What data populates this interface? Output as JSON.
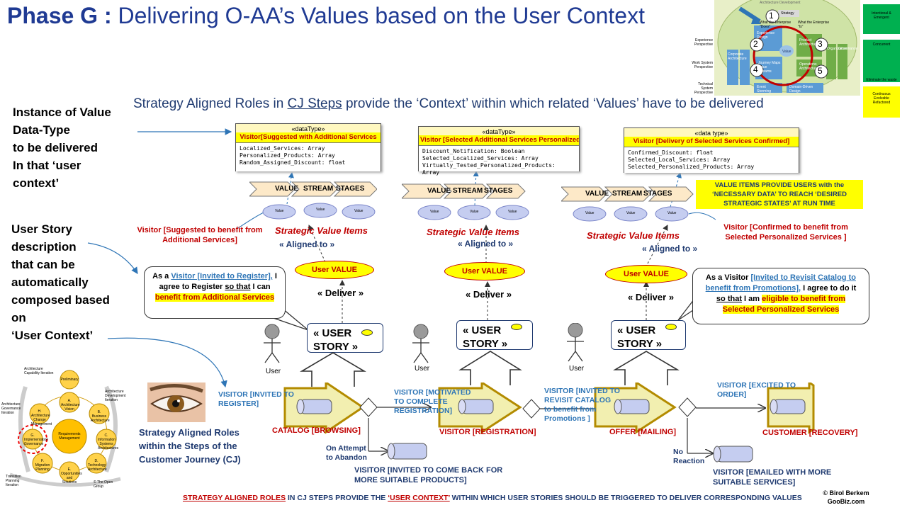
{
  "title": {
    "bold": "Phase G :",
    "rest": " Delivering O-AA’s Values based on the User Context"
  },
  "subtitle": {
    "pre": "Strategy Aligned Roles in ",
    "link": "CJ Steps",
    "post": " provide the ‘Context’ within which related ‘Values’ have to be delivered"
  },
  "left": {
    "instance": [
      "Instance of Value",
      "Data-Type",
      "to be delivered",
      "In that ‘user",
      "context’"
    ],
    "story": [
      "User Story",
      "description",
      "that can be",
      "automatically",
      "composed   based",
      "on",
      "‘User Context’"
    ],
    "roles": [
      "Strategy Aligned Roles",
      "within the Steps of the",
      "Customer Journey (CJ)"
    ]
  },
  "datatypes": [
    {
      "header": "«dataType»",
      "name": "Visitor[Suggested with Additional Services",
      "attrs": [
        "Localized_Services: Array",
        "Personalized_Products: Array",
        "Random_Assigned_Discount: float"
      ]
    },
    {
      "header": "«dataType»",
      "name": "Visitor [Selected Additional Services Personalized]",
      "attrs": [
        "Discount_Notification: Boolean",
        "Selected_Localized_Services: Array",
        "Virtually_Tested_Personalized_Products: Array"
      ]
    },
    {
      "header": "«data type»",
      "name": "Visitor [Delivery of Selected Services Confirmed]",
      "attrs": [
        "Confirmed_Discount: float",
        "Selected_Local_Services: Array",
        "Selected_Personalized_Products: Array"
      ]
    }
  ],
  "vs_stages": {
    "words": [
      "VALUE",
      "STREAM",
      "STAGES"
    ],
    "value_label": "Value"
  },
  "value_note": "VALUE ITEMS PROVIDE USERS with the ‘NECESSARY DATA’ TO REACH ‘DESIRED STRATEGIC STATES’ AT RUN TIME",
  "visitor_labels": {
    "suggested": [
      "Visitor [Suggested to benefit from",
      "Additional Services]"
    ],
    "confirmed": [
      "Visitor [Confirmed to benefit from",
      "Selected Personalized Services ]"
    ]
  },
  "svi": "Strategic Value Items",
  "aligned": "« Aligned to »",
  "deliver": "« Deliver »",
  "user_value": "User VALUE",
  "user_story": [
    "« USER",
    "STORY »"
  ],
  "user_label": "User",
  "callouts": {
    "left": {
      "as_a": "As a ",
      "role": "Visitor [Invited to Register],",
      "agree": "  I agree to Register",
      "so_that": "so that",
      "can": " I can ",
      "benefit": "benefit from Additional Services"
    },
    "right": {
      "as_a": "As a Visitor ",
      "role": "[Invited to Revisit Catalog to benefit from Promotions],",
      "agree": " I agree to do it",
      "so_that": "so that",
      "am": " I am ",
      "benefit": "eligible to benefit from Selected Personalized Services"
    }
  },
  "journey": {
    "state_labels": [
      [
        "VISITOR  [INVITED TO",
        "REGISTER]"
      ],
      [
        "VISITOR  [MOTIVATED",
        "TO COMPLETE",
        "REGISTRATION]"
      ],
      [
        "VISITOR [INVITED TO",
        "REVISIT CATALOG",
        "to benefit from",
        "Promotions ]"
      ],
      [
        "VISITOR  [EXCITED TO",
        "ORDER]"
      ]
    ],
    "step_labels": [
      "CATALOG [BROWSING]",
      "VISITOR [REGISTRATION]",
      "OFFER [MAILING]",
      "CUSTOMER [RECOVERY]"
    ],
    "abandon": [
      "On Attempt",
      "to Abandon"
    ],
    "abandon_state": [
      "VISITOR  [INVITED TO COME BACK FOR",
      "MORE SUITABLE PRODUCTS]"
    ],
    "no_reaction": [
      "No",
      "Reaction"
    ],
    "emailed_state": [
      "VISITOR  [EMAILED WITH MORE",
      "SUITABLE SERVICES]"
    ]
  },
  "footer": {
    "r1": "STRATEGY ALIGNED ROLES",
    "m1": " IN CJ STEPS PROVIDE THE ",
    "r2": "‘USER CONTEXT’",
    "m2": " WITHIN WHICH USER STORIES SHOULD BE TRIGGERED TO DELIVER CORRESPONDING VALUES"
  },
  "copyright": [
    "© Birol Berkem",
    "GooBiz.com"
  ],
  "thumbnail": {
    "title": "Architecture Development",
    "numbers": [
      "1",
      "2",
      "3",
      "4",
      "5"
    ],
    "top_labels": [
      "Strategy",
      "What the Enterprise \"Does\"",
      "What the Enterprise \"Is\""
    ],
    "left_labels": [
      "Experience Perspective",
      "Work System Perspective",
      "Technical System Perspective"
    ],
    "inner_labels": [
      "Experience Design",
      "Product Architecture",
      "Value",
      "Journey Maps Value Streams",
      "Operations Architecture",
      "Event Storming",
      "Domain-Driven Design",
      "Corporate Architecture",
      "Organization",
      "Governance"
    ],
    "right_labels": [
      "Intentional & Emergent",
      "Concurrent",
      "Eliminate the waste",
      "Continuous Evolvable Refactored"
    ]
  },
  "adm_cycle": {
    "center": "Requirements Management",
    "phases": [
      "Preliminary",
      "A. Architecture Vision",
      "B. Business Architecture",
      "C. Information Systems Architectures",
      "D. Technology Architecture",
      "E. Opportunities and Solutions",
      "F. Migration Planning",
      "G. Implementation Governance",
      "H. Architecture Change Management"
    ],
    "outer_labels": [
      "Architecture Capability Iteration",
      "Architecture Development Iteration",
      "Architecture Governance Iteration",
      "Transition Planning Iteration"
    ],
    "credit": "© The Open Group"
  },
  "colors": {
    "title": "#1f3a93",
    "red": "#c00000",
    "highlight": "#ffff00",
    "blue": "#2e75b6",
    "datatype_bg": "#fff8c0",
    "chevron": "#fde9c8"
  }
}
